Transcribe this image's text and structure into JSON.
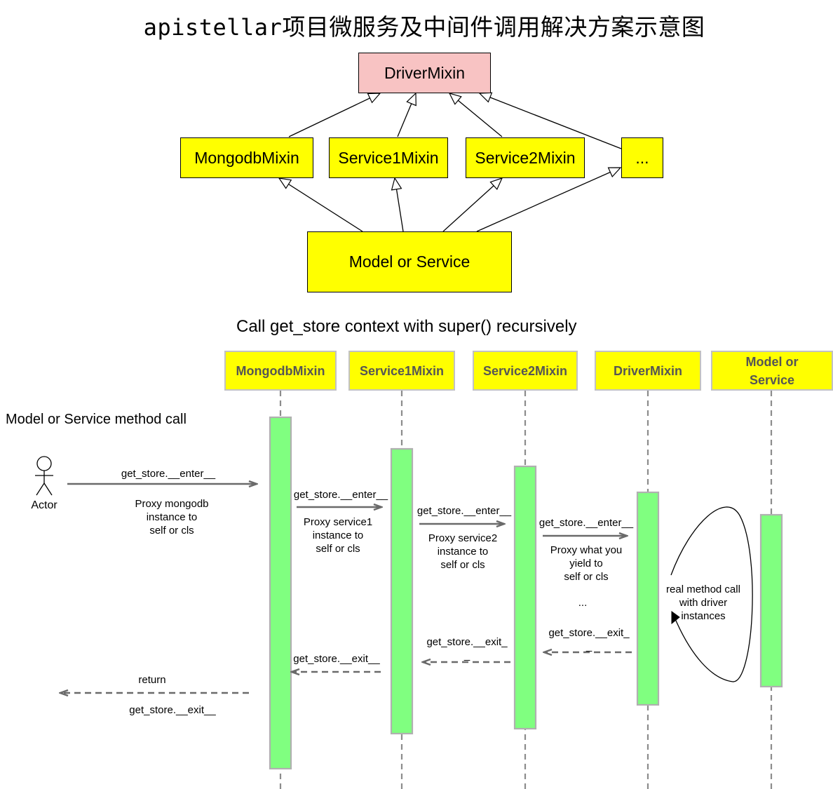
{
  "title": {
    "mono_part": "apistellar",
    "cn_part": "项目微服务及中间件调用解决方案示意图"
  },
  "class_diagram": {
    "parent": "DriverMixin",
    "mixins": [
      "MongodbMixin",
      "Service1Mixin",
      "Service2Mixin",
      "..."
    ],
    "child": "Model or Service",
    "parent_color": "#f8c3c3",
    "mixin_color": "#ffff00"
  },
  "sequence": {
    "heading": "Call get_store context  with super() recursively",
    "caller_label": "Model or Service method call",
    "actor": "Actor",
    "lanes": [
      "MongodbMixin",
      "Service1Mixin",
      "Service2Mixin",
      "DriverMixin",
      "Model or Service"
    ],
    "activation_color": "#80ff80",
    "messages": {
      "enter_0": "get_store.__enter__",
      "proxy_0": "Proxy mongodb\ninstance to\nself  or cls",
      "enter_1": "get_store.__enter__",
      "proxy_1": "Proxy service1\ninstance to\nself  or cls",
      "enter_2": "get_store.__enter__",
      "proxy_2": "Proxy service2\ninstance to\nself  or cls",
      "enter_3": "get_store.__enter__",
      "proxy_3": "Proxy what you\nyield to\nself  or cls",
      "ellipsis": "...",
      "self_call": "real method call\nwith driver\ninstances",
      "exit_3": "get_store.__exit_\n_",
      "exit_2": "get_store.__exit_\n_",
      "exit_1": "get_store.__exit__",
      "return_label": "return",
      "exit_0": "get_store.__exit__"
    }
  }
}
